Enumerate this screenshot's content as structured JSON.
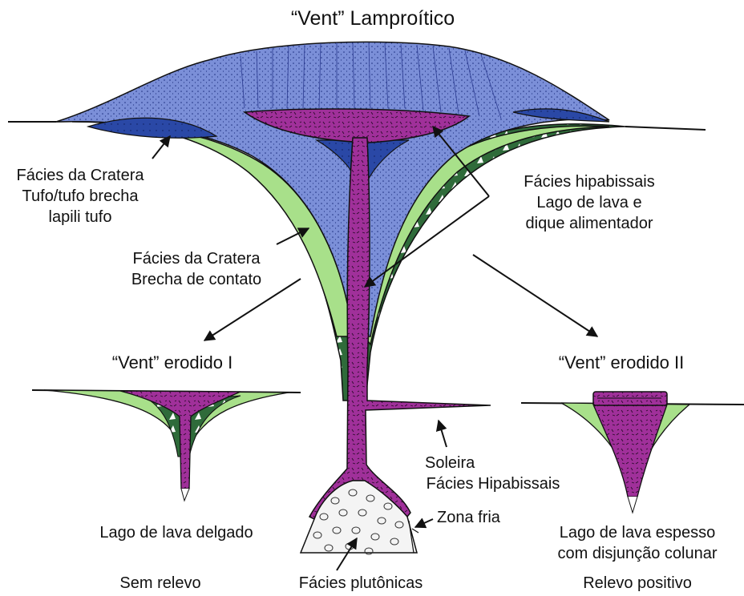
{
  "title": "“Vent” Lamproítico",
  "labels": {
    "crater_tuff": [
      "Fácies da Cratera",
      "Tufo/tufo brecha",
      "lapili tufo"
    ],
    "hypabyssal": [
      "Fácies hipabissais",
      "Lago de lava e",
      "dique alimentador"
    ],
    "contact_breccia": [
      "Fácies da Cratera",
      "Brecha de contato"
    ],
    "sill": [
      "Soleira",
      "Fácies Hipabissais"
    ],
    "cold_zone": "Zona fria",
    "plutonic": "Fácies plutônicas"
  },
  "eroded_1": {
    "title": "“Vent” erodido I",
    "caption": "Lago de lava delgado",
    "relief": "Sem relevo"
  },
  "eroded_2": {
    "title": "“Vent” erodido II",
    "caption": [
      "Lago de lava espesso",
      "com disjunção colunar"
    ],
    "relief": "Relevo positivo"
  },
  "colors": {
    "tuff_blue": "#7b8fd8",
    "dark_blue": "#2a48a6",
    "light_green": "#a8e08a",
    "dark_green": "#2f6b3a",
    "magenta": "#a0309a",
    "plutonic_fill": "#f2f2f2"
  }
}
